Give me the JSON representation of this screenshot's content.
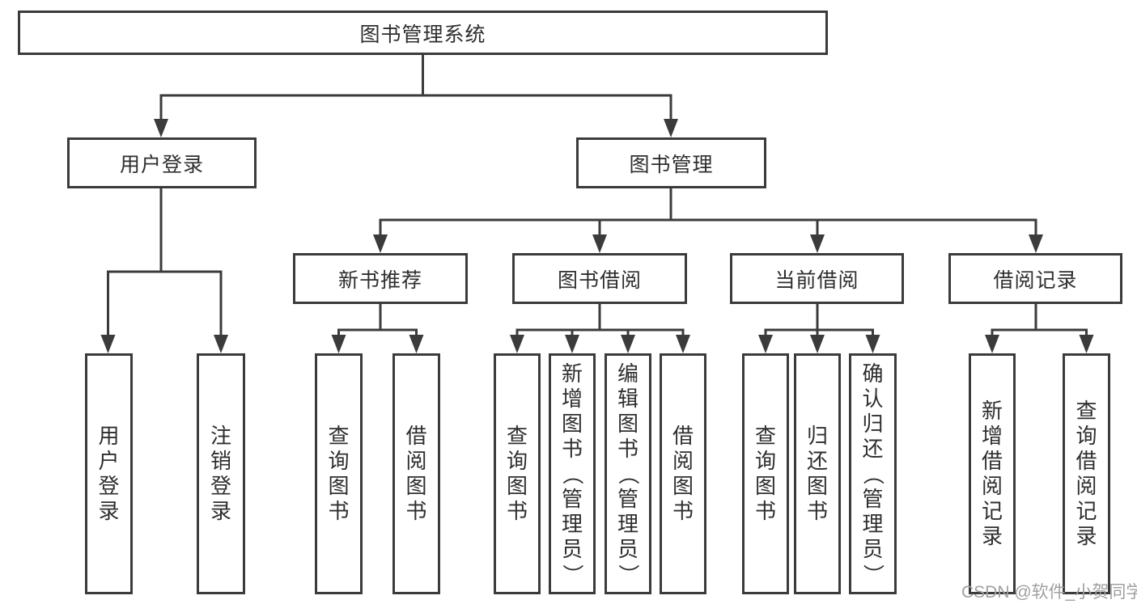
{
  "tree": {
    "root": {
      "label": "图书管理系统"
    },
    "branches": [
      {
        "label": "用户登录",
        "children": [
          {
            "label": "用户登录"
          },
          {
            "label": "注销登录"
          }
        ]
      },
      {
        "label": "图书管理",
        "children": [
          {
            "label": "新书推荐",
            "children": [
              {
                "label": "查询图书"
              },
              {
                "label": "借阅图书"
              }
            ]
          },
          {
            "label": "图书借阅",
            "children": [
              {
                "label": "查询图书"
              },
              {
                "label": "新增图书（管理员）"
              },
              {
                "label": "编辑图书（管理员）"
              },
              {
                "label": "借阅图书"
              }
            ]
          },
          {
            "label": "当前借阅",
            "children": [
              {
                "label": "查询图书"
              },
              {
                "label": "归还图书"
              },
              {
                "label": "确认归还（管理员）"
              }
            ]
          },
          {
            "label": "借阅记录",
            "children": [
              {
                "label": "新增借阅记录"
              },
              {
                "label": "查询借阅记录"
              }
            ]
          }
        ]
      }
    ]
  },
  "watermark": {
    "text": "CSDN @软件_小贺同学"
  },
  "colors": {
    "line": "#3b3b3b",
    "text": "#2e2e2e",
    "watermark": "#a0a0a0",
    "background": "#ffffff"
  }
}
